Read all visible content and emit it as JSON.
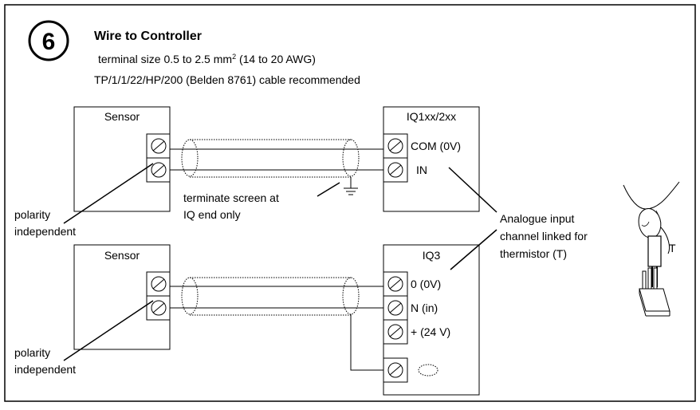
{
  "step": {
    "number": "6",
    "title": "Wire to Controller"
  },
  "spec": {
    "terminal_prefix": "terminal size 0.5 to 2.5 mm",
    "terminal_sup": "2",
    "terminal_suffix": "(14 to 20 AWG)",
    "cable_line": "TP/1/1/22/HP/200 (Belden 8761) cable recommended"
  },
  "top_circuit": {
    "sensor_label": "Sensor",
    "controller_label": "IQ1xx/2xx",
    "terminal_1": "COM (0V)",
    "terminal_2": "IN",
    "screen_note_line1": "terminate screen at",
    "screen_note_line2": "IQ end only",
    "polarity_line1": "polarity",
    "polarity_line2": "independent"
  },
  "bottom_circuit": {
    "sensor_label": "Sensor",
    "controller_label": "IQ3",
    "terminal_1": "0 (0V)",
    "terminal_2": "N (in)",
    "terminal_3": "+ (24 V)",
    "polarity_line1": "polarity",
    "polarity_line2": "independent"
  },
  "analogue_note": {
    "line1": "Analogue input",
    "line2": "channel linked for",
    "line3": "thermistor (T)"
  },
  "jumper_label": "T"
}
